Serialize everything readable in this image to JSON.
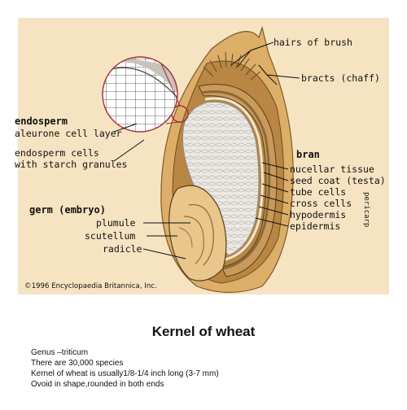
{
  "figure": {
    "labels": {
      "hairs_of_brush": "hairs of brush",
      "bracts": "bracts (chaff)",
      "endosperm": "endosperm",
      "aleurone": "aleurone cell layer",
      "endosperm_cells_1": "endosperm cells",
      "endosperm_cells_2": "with starch granules",
      "bran": "bran",
      "nucellar": "nucellar tissue",
      "seed_coat": "seed coat (testa)",
      "tube_cells": "tube cells",
      "cross_cells": "cross cells",
      "hypodermis": "hypodermis",
      "epidermis": "epidermis",
      "pericarp": "pericarp",
      "germ": "germ (embryo)",
      "plumule": "plumule",
      "scutellum": "scutellum",
      "radicle": "radicle"
    },
    "copyright": "©1996 Encyclopaedia Britannica, Inc.",
    "colors": {
      "background": "#f6e3c2",
      "hull": "#d9a45a",
      "endosperm": "#e9e7e2",
      "germ": "#e6c58a"
    }
  },
  "title": "Kernel of wheat",
  "notes": [
    "Genus –triticum",
    "There are 30,000 species",
    "Kernel of wheat is usually1/8-1/4 inch long (3-7 mm)",
    "Ovoid in shape,rounded in both ends"
  ]
}
